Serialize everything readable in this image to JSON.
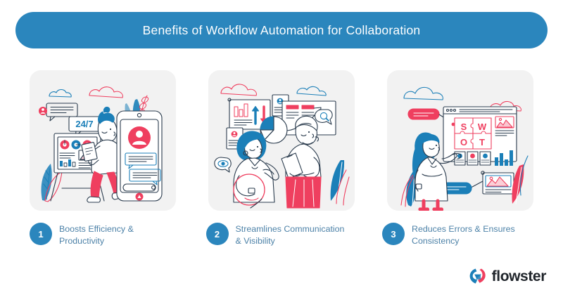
{
  "header": {
    "title": "Benefits of Workflow Automation for Collaboration",
    "background_color": "#2b86bd",
    "text_color": "#ffffff"
  },
  "theme": {
    "page_background": "#ffffff",
    "card_background": "#f2f2f2",
    "accent_blue": "#2b86bd",
    "illustration_blue": "#1b7fb8",
    "illustration_pink": "#ef3f5f",
    "illustration_line": "#2a3b4d",
    "caption_text_color": "#4d82a8"
  },
  "cards": [
    {
      "id": "card-1",
      "illustration_name": "person-presenting-24-7-support-with-mobile-app",
      "illustration_labels": {
        "sign": "24/7"
      },
      "number": "1",
      "caption": "Boosts Efficiency & Productivity"
    },
    {
      "id": "card-2",
      "illustration_name": "two-people-discussing-charts-and-analytics",
      "illustration_labels": {},
      "number": "2",
      "caption": "Streamlines Communication & Visibility"
    },
    {
      "id": "card-3",
      "illustration_name": "person-presenting-swot-analysis-board",
      "illustration_labels": {
        "swot_s": "S",
        "swot_w": "W",
        "swot_o": "O",
        "swot_t": "T"
      },
      "number": "3",
      "caption": "Reduces Errors & Ensures Consistency"
    }
  ],
  "logo": {
    "wordmark": "flowster",
    "mark_name": "flowster-swirl-logo",
    "mark_blue": "#1b7fb8",
    "mark_pink": "#ef3f5f",
    "wordmark_color": "#20252b"
  }
}
